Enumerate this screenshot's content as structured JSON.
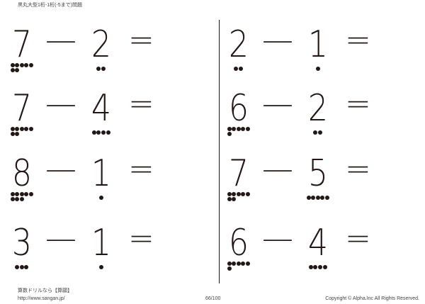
{
  "header": {
    "title": "黒丸大型1桁-1桁(-5まで)問題"
  },
  "problems": [
    {
      "a": 7,
      "b": 2
    },
    {
      "a": 7,
      "b": 4
    },
    {
      "a": 8,
      "b": 1
    },
    {
      "a": 3,
      "b": 1
    },
    {
      "a": 2,
      "b": 1
    },
    {
      "a": 6,
      "b": 2
    },
    {
      "a": 7,
      "b": 5
    },
    {
      "a": 6,
      "b": 4
    }
  ],
  "symbols": {
    "minus": "—",
    "equals": "="
  },
  "footer": {
    "brand": "算数ドリルなら【算願】",
    "url": "http://www.sangan.jp/",
    "page": "66/100",
    "copyright": "Copyright © Alpha.Inc All Rights Reserved."
  }
}
